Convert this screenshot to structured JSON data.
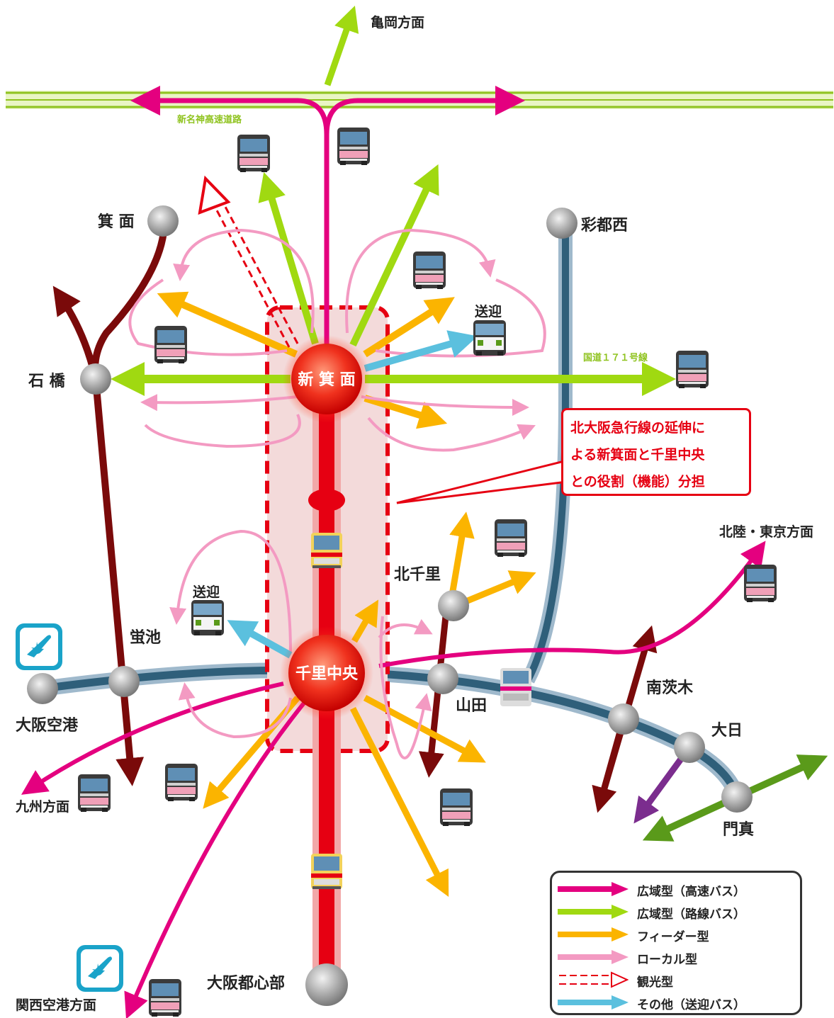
{
  "title": "",
  "hubs": {
    "shin_minoh": "新 箕 面",
    "senri_chuo": "千里中央"
  },
  "places": {
    "kameoka": "亀岡方面",
    "minoh": "箕 面",
    "saito_nishi": "彩都西",
    "ishibashi": "石 橋",
    "kita_senri": "北千里",
    "hotarugaike": "蛍池",
    "osaka_airport": "大阪空港",
    "yamada": "山田",
    "minami_ibaraki": "南茨木",
    "dainichi": "大日",
    "kadoma": "門真",
    "hokuriku_tokyo": "北陸・東京方面",
    "kyushu": "九州方面",
    "kansai_airport": "関西空港方面",
    "osaka_center": "大阪都心部"
  },
  "roads": {
    "shinmeishin": "新名神高速道路",
    "route171": "国道１７１号線"
  },
  "pickup_labels": [
    "送迎",
    "送迎"
  ],
  "callout": {
    "lines": [
      "北大阪急行線の延伸に",
      "よる新箕面と千里中央",
      "との役割（機能）分担"
    ]
  },
  "legend": {
    "items": [
      {
        "label": "広域型（高速バス）",
        "color": "#e4007f",
        "style": "solid"
      },
      {
        "label": "広域型（路線バス）",
        "color": "#a0d911",
        "style": "solid"
      },
      {
        "label": "フィーダー型",
        "color": "#fbb400",
        "style": "solid"
      },
      {
        "label": "ローカル型",
        "color": "#f39ac2",
        "style": "solid"
      },
      {
        "label": "観光型",
        "color": "#e60012",
        "style": "dashed"
      },
      {
        "label": "その他（送迎バス）",
        "color": "#5bc0de",
        "style": "solid"
      }
    ]
  },
  "colors": {
    "rail_main": "#e60012",
    "monorail": "#2f5f7a",
    "hankyu": "#7a0a0a",
    "purple": "#7b2d8e",
    "green": "#5a9a1a",
    "airport_icon": "#1aa3c9"
  }
}
